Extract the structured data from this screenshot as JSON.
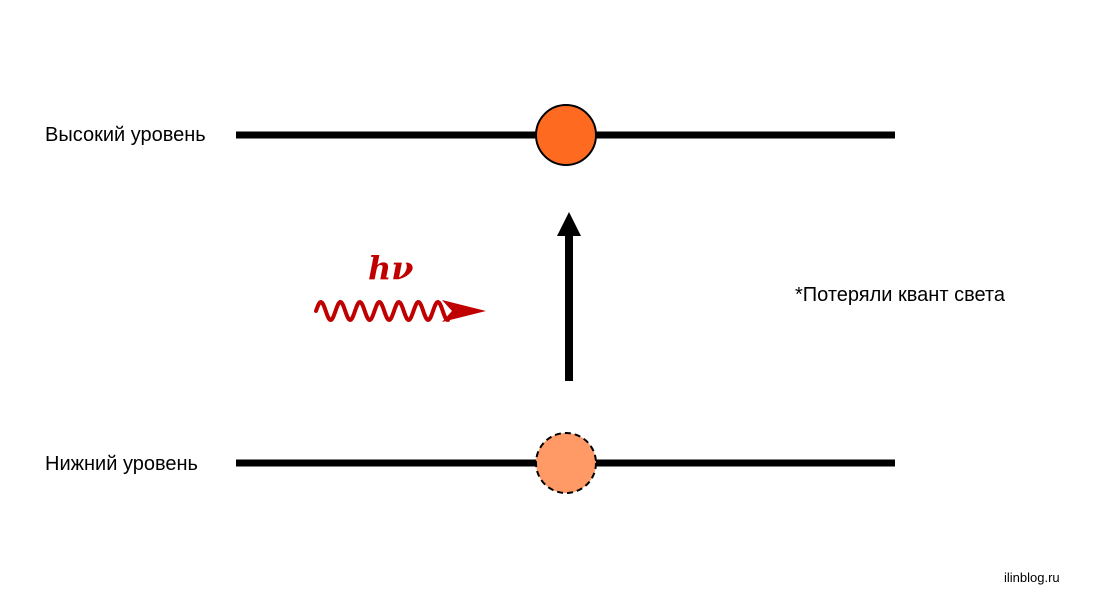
{
  "levels": {
    "high_label": "Высокий уровень",
    "low_label": "Нижний уровень"
  },
  "photon": {
    "symbol": "hν",
    "color": "#c00000"
  },
  "note": "*Потеряли квант света",
  "watermark": "ilinblog.ru",
  "colors": {
    "level_line": "#000000",
    "electron_high": "#ff6a21",
    "electron_low": "#ff9966",
    "arrow": "#000000"
  }
}
